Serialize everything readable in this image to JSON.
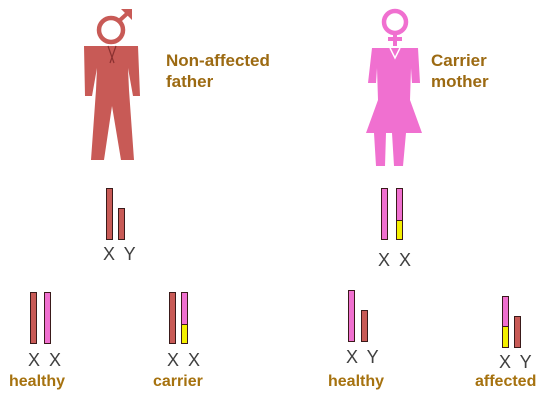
{
  "colors": {
    "father": "#c85a56",
    "mother": "#f070d0",
    "mutation": "#f4f000",
    "label": "#9c6a12",
    "letters": "#404040"
  },
  "father": {
    "label_line1": "Non-affected",
    "label_line2": "father",
    "chromosomes": "X Y",
    "icon": "male-symbol-icon"
  },
  "mother": {
    "label_line1": "Carrier",
    "label_line2": "mother",
    "chromosomes": "X X",
    "icon": "female-symbol-icon"
  },
  "children": [
    {
      "chromosomes": "X X",
      "label": "healthy"
    },
    {
      "chromosomes": "X X",
      "label": "carrier"
    },
    {
      "chromosomes": "X Y",
      "label": "healthy"
    },
    {
      "chromosomes": "X Y",
      "label": "affected"
    }
  ]
}
